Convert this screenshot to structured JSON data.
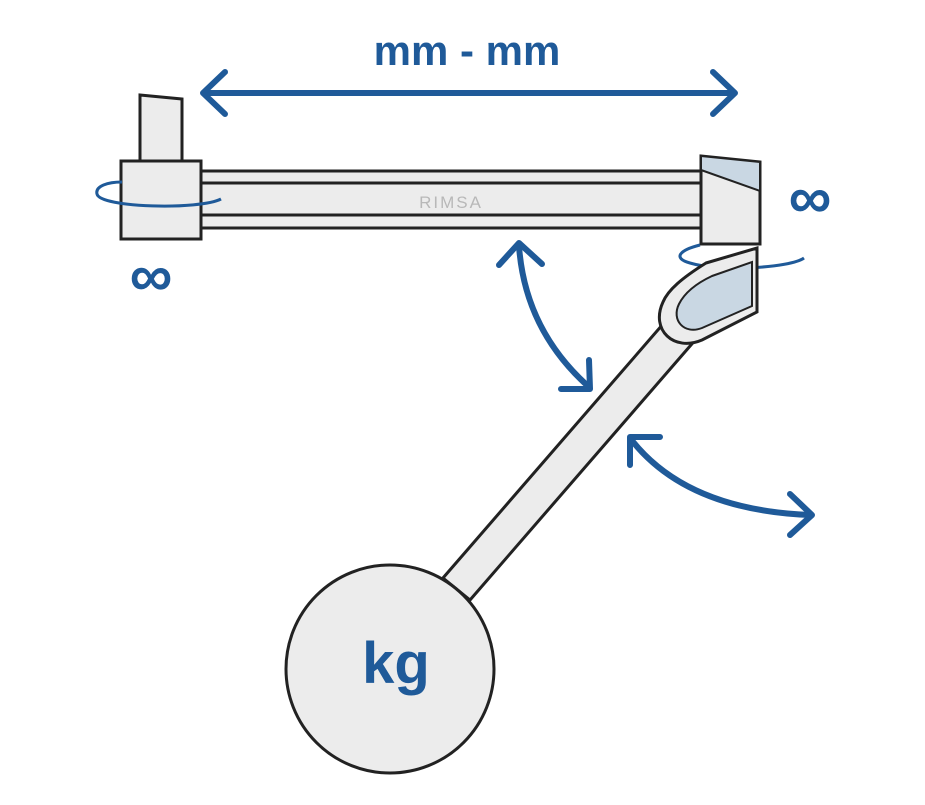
{
  "colors": {
    "accent": "#1f5a99",
    "outline": "#222222",
    "fill": "#ececec",
    "joint": "#c9d7e3",
    "logo": "#b8b8b8"
  },
  "labels": {
    "reach": "mm - mm",
    "rotation_left": "∞",
    "rotation_right": "∞",
    "weight": "kg"
  },
  "logo": {
    "text": "RIMSA"
  }
}
